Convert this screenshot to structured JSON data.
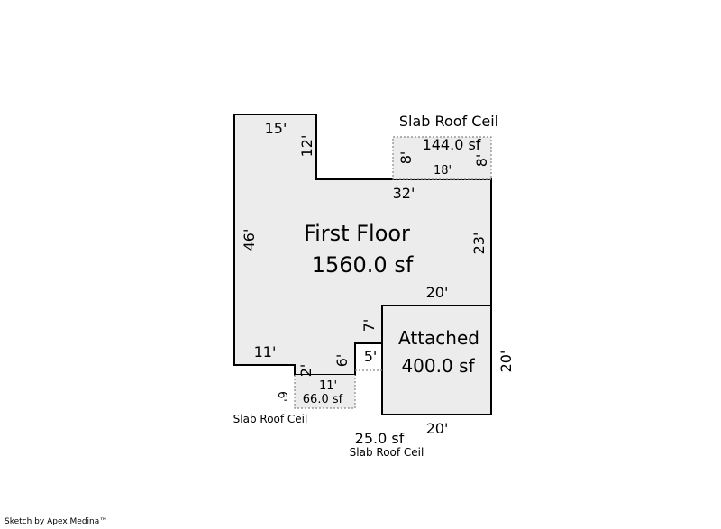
{
  "first_floor": {
    "name": "First Floor",
    "area": "1560.0 sf"
  },
  "attached": {
    "name": "Attached",
    "area": "400.0 sf"
  },
  "slab_top": {
    "label": "Slab Roof Ceil",
    "area": "144.0 sf",
    "side_left": "8'",
    "side_right": "8'",
    "bottom": "18'"
  },
  "slab_bottom_left": {
    "label": "Slab Roof Ceil",
    "area": "66.0 sf",
    "top": "11'",
    "left": "6'"
  },
  "slab_bottom_center": {
    "label": "Slab Roof Ceil",
    "area": "25.0 sf"
  },
  "dims": {
    "top_left": "15'",
    "notch_12": "12'",
    "step_32": "32'",
    "left_46": "46'",
    "right_23": "23'",
    "attached_top_20": "20'",
    "attached_right_20": "20'",
    "attached_bottom_20": "20'",
    "bottom_11": "11'",
    "notch_2": "2'",
    "notch_6": "6'",
    "notch_5": "5'",
    "notch_7": "7'"
  },
  "credit": "Sketch by Apex Medina™"
}
